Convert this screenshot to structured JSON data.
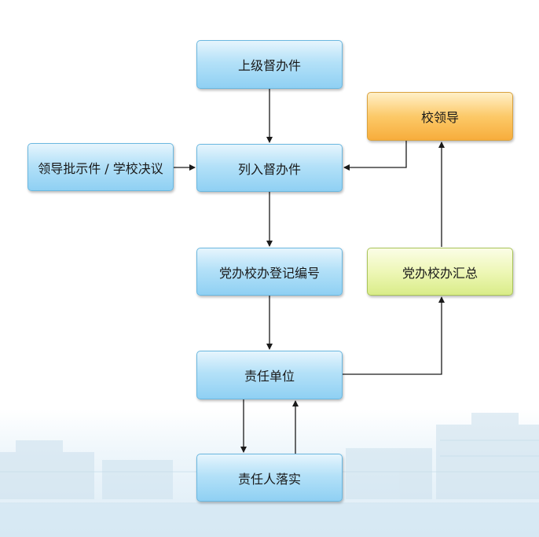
{
  "nodes": {
    "superior": "上级督办件",
    "list": "列入督办件",
    "leader_input": "领导批示件 / 学校决议",
    "register": "党办校办登记编号",
    "responsible_unit": "责任单位",
    "implement": "责任人落实",
    "school_leader": "校领导",
    "summary": "党办校办汇总"
  }
}
